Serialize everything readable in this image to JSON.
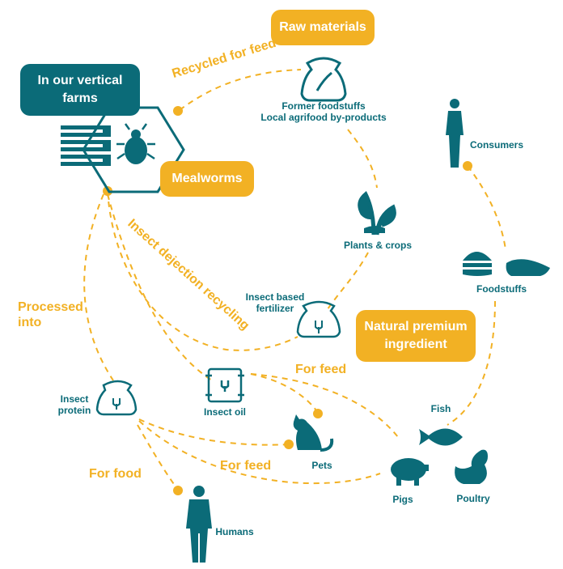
{
  "colors": {
    "teal": "#0b6b78",
    "yellow": "#f2b124"
  },
  "boxes": {
    "vertical_farms": "In our vertical farms",
    "raw_materials": "Raw materials",
    "mealworms": "Mealworms",
    "natural_premium": "Natural premium ingredient"
  },
  "flows": {
    "recycled_for_feed": "Recycled for feed",
    "insect_dejection": "Insect dejection recycling",
    "processed_into": "Processed into",
    "for_feed_oil": "For feed",
    "for_feed_protein": "For feed",
    "for_food": "For food"
  },
  "nodes": {
    "raw_materials_desc_1": "Former foodstuffs",
    "raw_materials_desc_2": "Local agrifood by-products",
    "plants": "Plants & crops",
    "fertilizer_1": "Insect based",
    "fertilizer_2": "fertilizer",
    "consumers": "Consumers",
    "foodstuffs": "Foodstuffs",
    "insect_protein_1": "Insect",
    "insect_protein_2": "protein",
    "insect_oil": "Insect oil",
    "pets": "Pets",
    "fish": "Fish",
    "pigs": "Pigs",
    "poultry": "Poultry",
    "humans": "Humans"
  },
  "icons": [
    "shelves-icon",
    "beetle-icon",
    "sack-wheat-icon",
    "plant-sprout-icon",
    "fertilizer-sack-icon",
    "person-icon",
    "burger-icon",
    "sushi-icon",
    "protein-sack-icon",
    "oil-barrel-icon",
    "cat-icon",
    "fish-icon",
    "pig-icon",
    "chicken-icon",
    "human-icon"
  ]
}
